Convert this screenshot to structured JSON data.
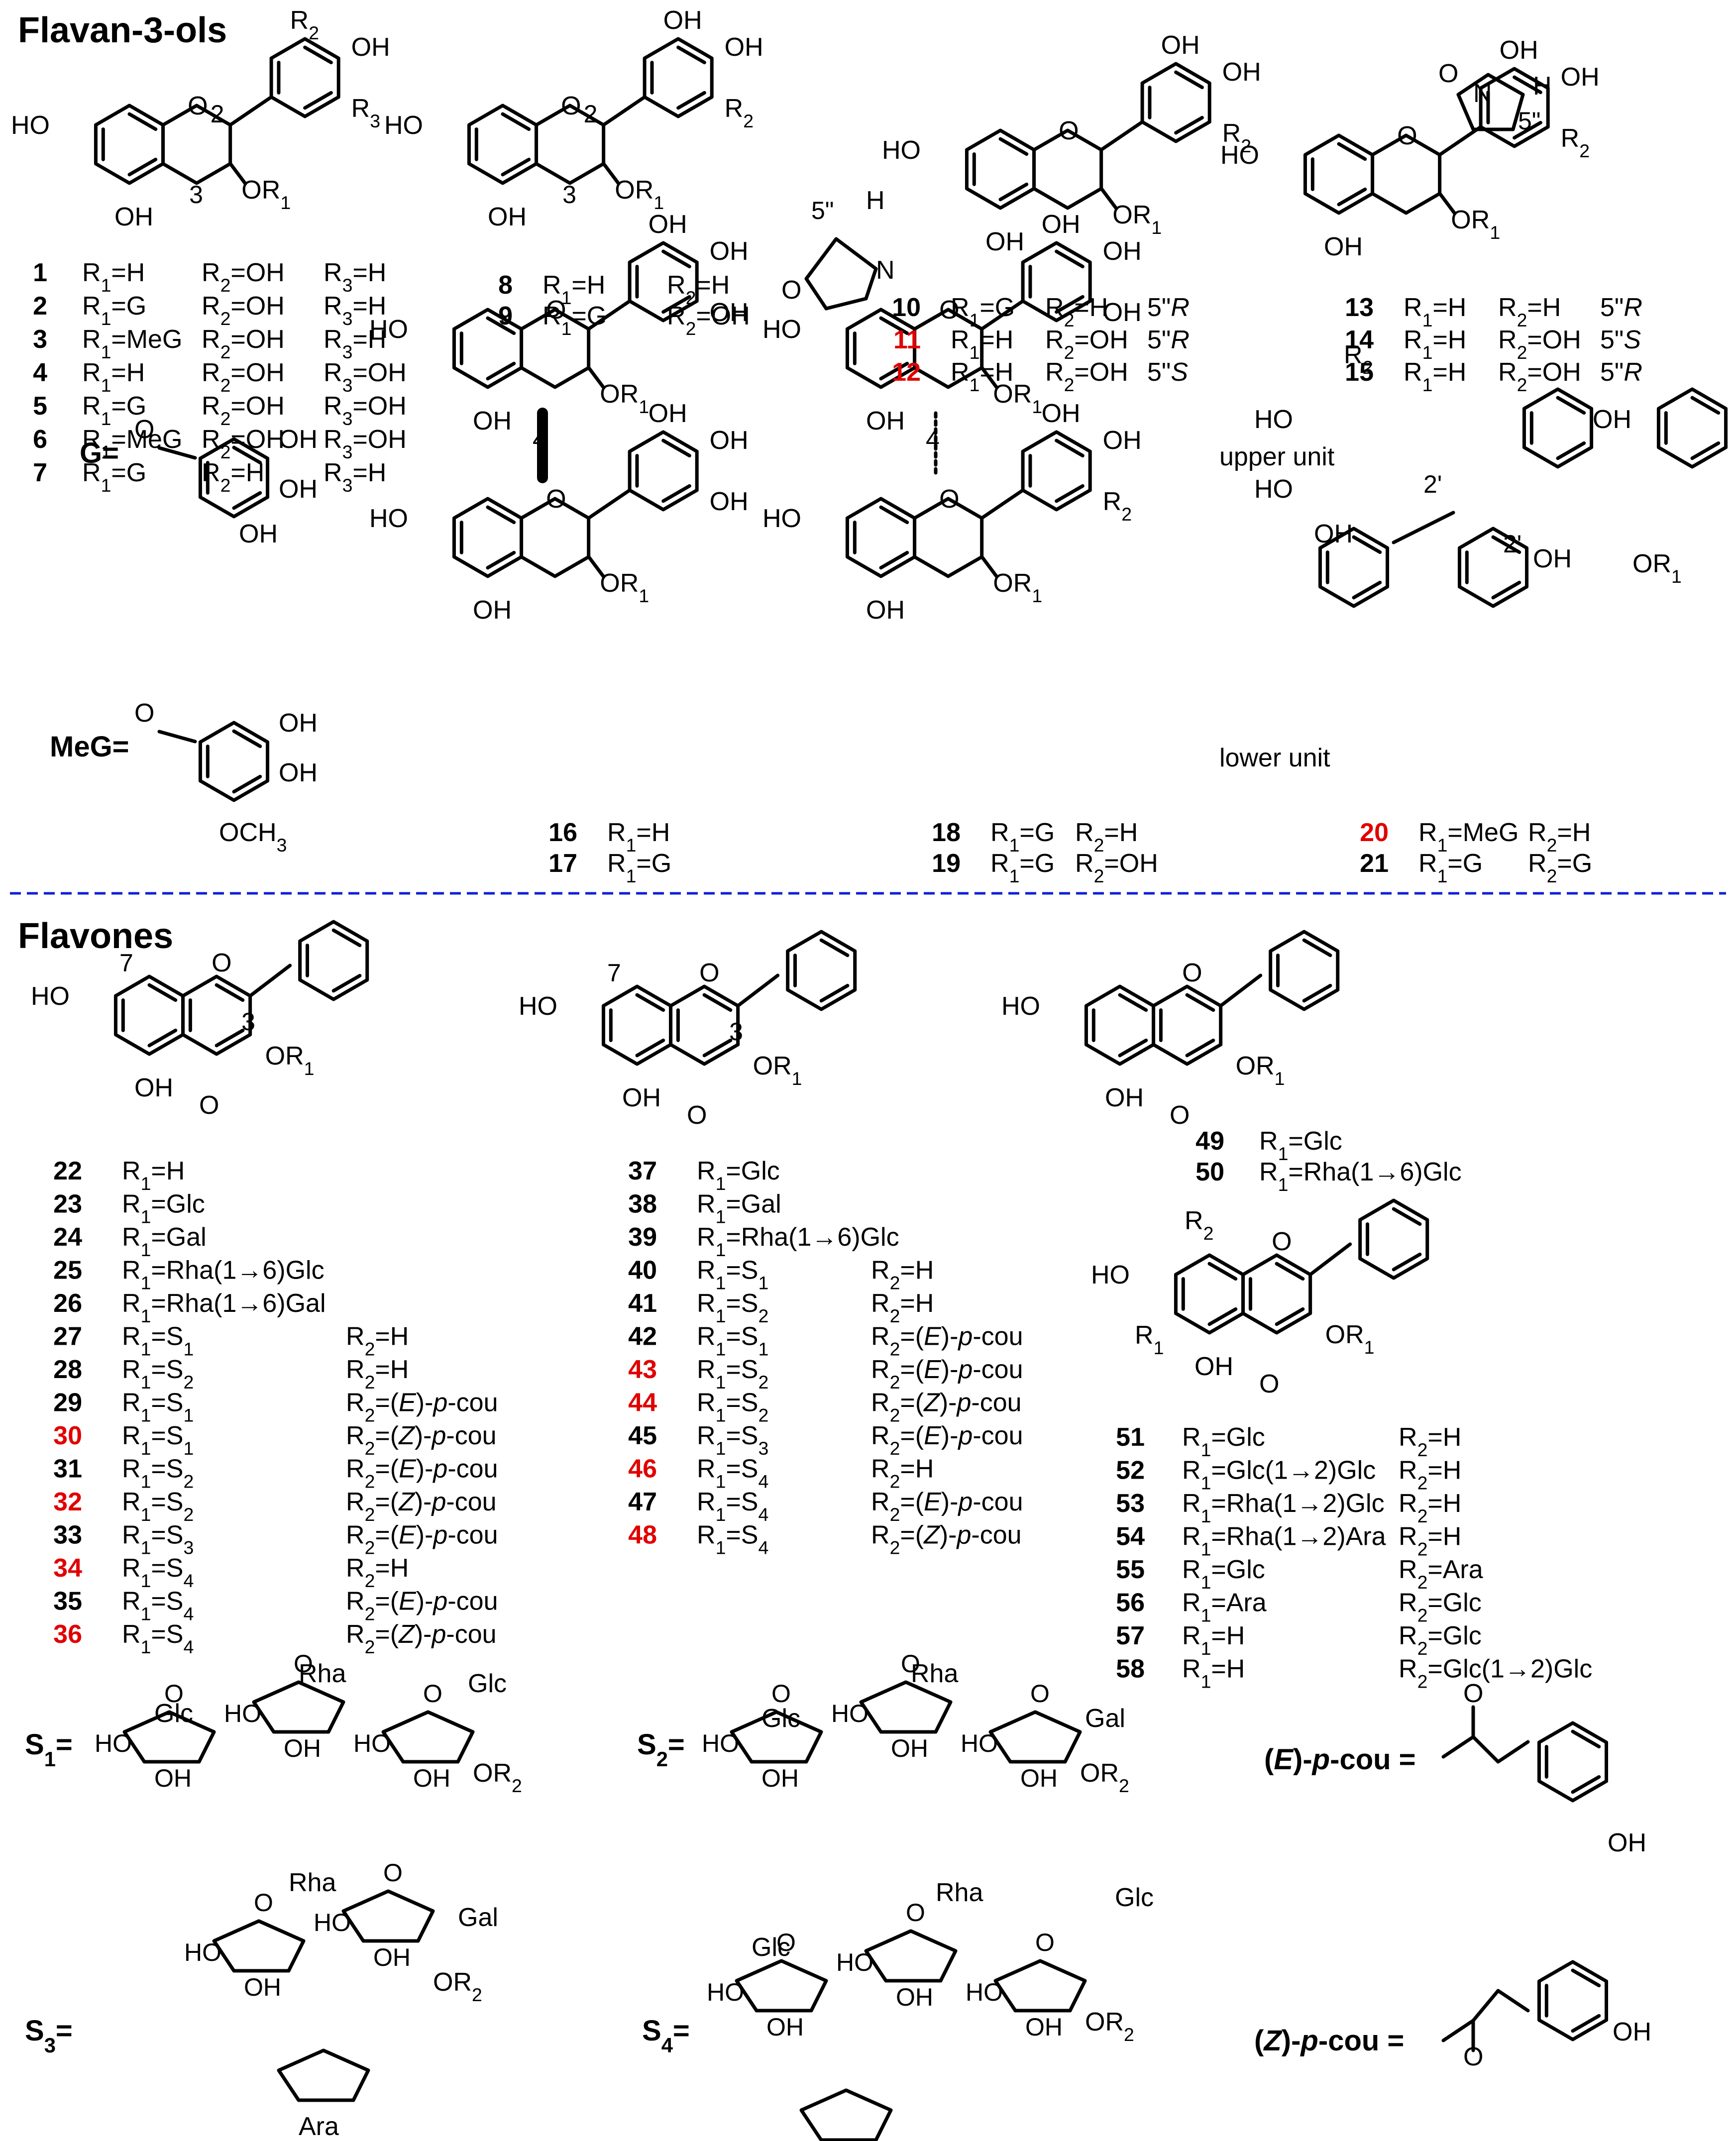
{
  "sections": {
    "flavan": "Flavan-3-ols",
    "flavones": "Flavones"
  },
  "colors": {
    "separator": "#0b1fd8",
    "new_compound": "#e00000"
  },
  "flavan_groups": [
    {
      "rows": [
        {
          "id": "1",
          "c": "R1=H",
          "d": "R2=OH",
          "e": "R3=H"
        },
        {
          "id": "2",
          "c": "R1=G",
          "d": "R2=OH",
          "e": "R3=H"
        },
        {
          "id": "3",
          "c": "R1=MeG",
          "d": "R2=OH",
          "e": "R3=H"
        },
        {
          "id": "4",
          "c": "R1=H",
          "d": "R2=OH",
          "e": "R3=OH"
        },
        {
          "id": "5",
          "c": "R1=G",
          "d": "R2=OH",
          "e": "R3=OH"
        },
        {
          "id": "6",
          "c": "R1=MeG",
          "d": "R2=OH",
          "e": "R3=OH"
        },
        {
          "id": "7",
          "c": "R1=G",
          "d": "R2=H",
          "e": "R3=H"
        }
      ]
    },
    {
      "rows": [
        {
          "id": "8",
          "c": "R1=H",
          "d": "R2=H"
        },
        {
          "id": "9",
          "c": "R1=G",
          "d": "R2=OH"
        }
      ]
    },
    {
      "rows": [
        {
          "id": "10",
          "c": "R1=G",
          "d": "R2=H",
          "e": "5\"R"
        },
        {
          "id": "11",
          "c": "R1=H",
          "d": "R2=OH",
          "e": "5\"R",
          "new": true
        },
        {
          "id": "12",
          "c": "R1=H",
          "d": "R2=OH",
          "e": "5\"S",
          "new": true
        }
      ]
    },
    {
      "rows": [
        {
          "id": "13",
          "c": "R1=H",
          "d": "R2=H",
          "e": "5\"R"
        },
        {
          "id": "14",
          "c": "R1=H",
          "d": "R2=OH",
          "e": "5\"S"
        },
        {
          "id": "15",
          "c": "R1=H",
          "d": "R2=OH",
          "e": "5\"R"
        }
      ]
    },
    {
      "rows": [
        {
          "id": "16",
          "c": "R1=H"
        },
        {
          "id": "17",
          "c": "R1=G"
        }
      ]
    },
    {
      "rows": [
        {
          "id": "18",
          "c": "R1=G",
          "d": "R2=H"
        },
        {
          "id": "19",
          "c": "R1=G",
          "d": "R2=OH"
        }
      ]
    },
    {
      "rows": [
        {
          "id": "20",
          "c": "R1=MeG",
          "d": "R2=H",
          "new": true
        },
        {
          "id": "21",
          "c": "R1=G",
          "d": "R2=G"
        }
      ]
    }
  ],
  "substituents": {
    "g": "G=",
    "meg": "MeG=",
    "och3": "OCH3"
  },
  "dimer_labels": {
    "upper": "upper unit",
    "lower": "lower unit"
  },
  "flavone_groups": [
    {
      "rows": [
        {
          "id": "22",
          "c": "R1=H"
        },
        {
          "id": "23",
          "c": "R1=Glc"
        },
        {
          "id": "24",
          "c": "R1=Gal"
        },
        {
          "id": "25",
          "c": "R1=Rha(1→6)Glc"
        },
        {
          "id": "26",
          "c": "R1=Rha(1→6)Gal"
        },
        {
          "id": "27",
          "c": "R1=S1",
          "d": "R2=H"
        },
        {
          "id": "28",
          "c": "R1=S2",
          "d": "R2=H"
        },
        {
          "id": "29",
          "c": "R1=S1",
          "d": "R2=(E)-p-cou"
        },
        {
          "id": "30",
          "c": "R1=S1",
          "d": "R2=(Z)-p-cou",
          "new": true
        },
        {
          "id": "31",
          "c": "R1=S2",
          "d": "R2=(E)-p-cou"
        },
        {
          "id": "32",
          "c": "R1=S2",
          "d": "R2=(Z)-p-cou",
          "new": true
        },
        {
          "id": "33",
          "c": "R1=S3",
          "d": "R2=(E)-p-cou"
        },
        {
          "id": "34",
          "c": "R1=S4",
          "d": "R2=H",
          "new": true
        },
        {
          "id": "35",
          "c": "R1=S4",
          "d": "R2=(E)-p-cou"
        },
        {
          "id": "36",
          "c": "R1=S4",
          "d": "R2=(Z)-p-cou",
          "new": true
        }
      ]
    },
    {
      "rows": [
        {
          "id": "37",
          "c": "R1=Glc"
        },
        {
          "id": "38",
          "c": "R1=Gal"
        },
        {
          "id": "39",
          "c": "R1=Rha(1→6)Glc"
        },
        {
          "id": "40",
          "c": "R1=S1",
          "d": "R2=H"
        },
        {
          "id": "41",
          "c": "R1=S2",
          "d": "R2=H"
        },
        {
          "id": "42",
          "c": "R1=S1",
          "d": "R2=(E)-p-cou"
        },
        {
          "id": "43",
          "c": "R1=S2",
          "d": "R2=(E)-p-cou",
          "new": true
        },
        {
          "id": "44",
          "c": "R1=S2",
          "d": "R2=(Z)-p-cou",
          "new": true
        },
        {
          "id": "45",
          "c": "R1=S3",
          "d": "R2=(E)-p-cou"
        },
        {
          "id": "46",
          "c": "R1=S4",
          "d": "R2=H",
          "new": true
        },
        {
          "id": "47",
          "c": "R1=S4",
          "d": "R2=(E)-p-cou"
        },
        {
          "id": "48",
          "c": "R1=S4",
          "d": "R2=(Z)-p-cou",
          "new": true
        }
      ]
    },
    {
      "rows": [
        {
          "id": "49",
          "c": "R1=Glc"
        },
        {
          "id": "50",
          "c": "R1=Rha(1→6)Glc"
        }
      ]
    },
    {
      "rows": [
        {
          "id": "51",
          "c": "R1=Glc",
          "d": "R2=H"
        },
        {
          "id": "52",
          "c": "R1=Glc(1→2)Glc",
          "d": "R2=H"
        },
        {
          "id": "53",
          "c": "R1=Rha(1→2)Glc",
          "d": "R2=H"
        },
        {
          "id": "54",
          "c": "R1=Rha(1→2)Ara",
          "d": "R2=H"
        },
        {
          "id": "55",
          "c": "R1=Glc",
          "d": "R2=Ara"
        },
        {
          "id": "56",
          "c": "R1=Ara",
          "d": "R2=Glc"
        },
        {
          "id": "57",
          "c": "R1=H",
          "d": "R2=Glc"
        },
        {
          "id": "58",
          "c": "R1=H",
          "d": "R2=Glc(1→2)Glc"
        }
      ]
    }
  ],
  "sugar_defs": {
    "s1": "S1=",
    "s2": "S2=",
    "s3": "S3=",
    "s4": "S4=",
    "e_pcou": "(E)-p-cou =",
    "z_pcou": "(Z)-p-cou ="
  },
  "sugar_names": {
    "glc": "Glc",
    "rha": "Rha",
    "gal": "Gal",
    "ara": "Ara"
  },
  "atoms": {
    "oh": "OH",
    "ho": "HO",
    "or1": "OR1",
    "or2": "OR2",
    "r1": "R1",
    "r2": "R2",
    "r3": "R3",
    "o": "O",
    "h": "H",
    "n": "N"
  },
  "positions": {
    "p2": "2",
    "p3": "3",
    "p4": "4",
    "p7": "7",
    "p5pp": "5\"",
    "p2p": "2'"
  }
}
